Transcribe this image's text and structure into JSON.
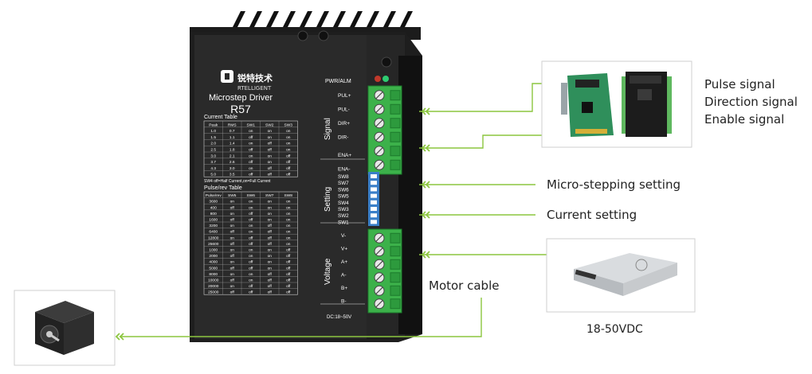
{
  "driver": {
    "brand_cn": "锐特技术",
    "brand_en": "RTELLIGENT",
    "product": "Microstep Driver",
    "model": "R57",
    "current_table_title": "Current Table",
    "current_table_headers": [
      "Peak",
      "RMS",
      "SW1",
      "SW2",
      "SW3"
    ],
    "current_table_rows": [
      [
        "1.0",
        "0.7",
        "on",
        "on",
        "on"
      ],
      [
        "1.5",
        "1.1",
        "off",
        "on",
        "on"
      ],
      [
        "2.0",
        "1.4",
        "on",
        "off",
        "on"
      ],
      [
        "2.5",
        "1.8",
        "off",
        "off",
        "on"
      ],
      [
        "3.0",
        "2.1",
        "on",
        "on",
        "off"
      ],
      [
        "3.7",
        "2.6",
        "off",
        "on",
        "off"
      ],
      [
        "4.3",
        "3.0",
        "on",
        "off",
        "off"
      ],
      [
        "5.0",
        "3.5",
        "off",
        "off",
        "off"
      ]
    ],
    "sw4_note": "SW4 off=Half Current,on=Full Current",
    "pulse_table_title": "Pulse/rev Table",
    "pulse_table_headers": [
      "Pulse/rev",
      "SW5",
      "SW6",
      "SW7",
      "SW8"
    ],
    "pulse_table_rows": [
      [
        "3600",
        "on",
        "on",
        "on",
        "on"
      ],
      [
        "400",
        "off",
        "on",
        "on",
        "on"
      ],
      [
        "800",
        "on",
        "off",
        "on",
        "on"
      ],
      [
        "1600",
        "off",
        "off",
        "on",
        "on"
      ],
      [
        "3200",
        "on",
        "on",
        "off",
        "on"
      ],
      [
        "6400",
        "off",
        "on",
        "off",
        "on"
      ],
      [
        "12800",
        "on",
        "off",
        "off",
        "on"
      ],
      [
        "25600",
        "off",
        "off",
        "off",
        "on"
      ],
      [
        "1000",
        "on",
        "on",
        "on",
        "off"
      ],
      [
        "2000",
        "off",
        "on",
        "on",
        "off"
      ],
      [
        "4000",
        "on",
        "off",
        "on",
        "off"
      ],
      [
        "5000",
        "off",
        "off",
        "on",
        "off"
      ],
      [
        "8000",
        "on",
        "on",
        "off",
        "off"
      ],
      [
        "10000",
        "off",
        "on",
        "off",
        "off"
      ],
      [
        "20000",
        "on",
        "off",
        "off",
        "off"
      ],
      [
        "25000",
        "off",
        "off",
        "off",
        "off"
      ]
    ],
    "pwr_alm": "PWR/ALM",
    "section_signal": "Signal",
    "section_setting": "Setting",
    "section_voltage": "Voltage",
    "signal_terminals": [
      "PUL+",
      "PUL-",
      "DIR+",
      "DIR-",
      "ENA+",
      "ENA-"
    ],
    "switch_labels": [
      "SW8",
      "SW7",
      "SW6",
      "SW5",
      "SW4",
      "SW3",
      "SW2",
      "SW1"
    ],
    "power_terminals": [
      "V-",
      "V+",
      "A+",
      "A-",
      "B+",
      "B-"
    ],
    "dc_range": "DC:18~50V"
  },
  "callouts": {
    "signals": [
      "Pulse signal",
      "Direction signal",
      "Enable signal"
    ],
    "micro_stepping": "Micro-stepping setting",
    "current_setting": "Current setting",
    "motor_cable": "Motor cable",
    "power_supply": "18-50VDC"
  },
  "colors": {
    "wire": "#8cc63f",
    "housing": "#232323",
    "terminal": "#3cb14a",
    "dip": "#3a7fc8"
  }
}
